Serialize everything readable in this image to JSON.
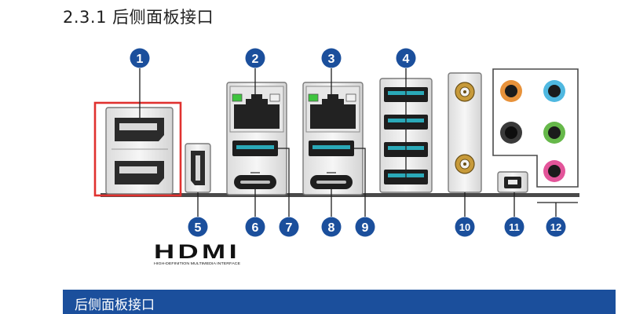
{
  "header": {
    "title": "2.3.1 后侧面板接口"
  },
  "diagram": {
    "callouts": [
      "1",
      "2",
      "3",
      "4",
      "5",
      "6",
      "7",
      "8",
      "9",
      "10",
      "11",
      "12"
    ],
    "hdmi_logo": {
      "wordmark": "HDMI",
      "tagline": "HIGH-DEFINITION MULTIMEDIA INTERFACE"
    },
    "colors": {
      "callout_blue": "#1b4f9c",
      "highlight_red": "#e0312f",
      "usb_teal": "#2aa9b8",
      "audio_orange": "#e8923a",
      "audio_lightblue": "#4fb8e0",
      "audio_green": "#66b84a",
      "audio_pink": "#e3559a",
      "led_green": "#3ec43e"
    }
  },
  "section": {
    "title": "后侧面板接口"
  }
}
